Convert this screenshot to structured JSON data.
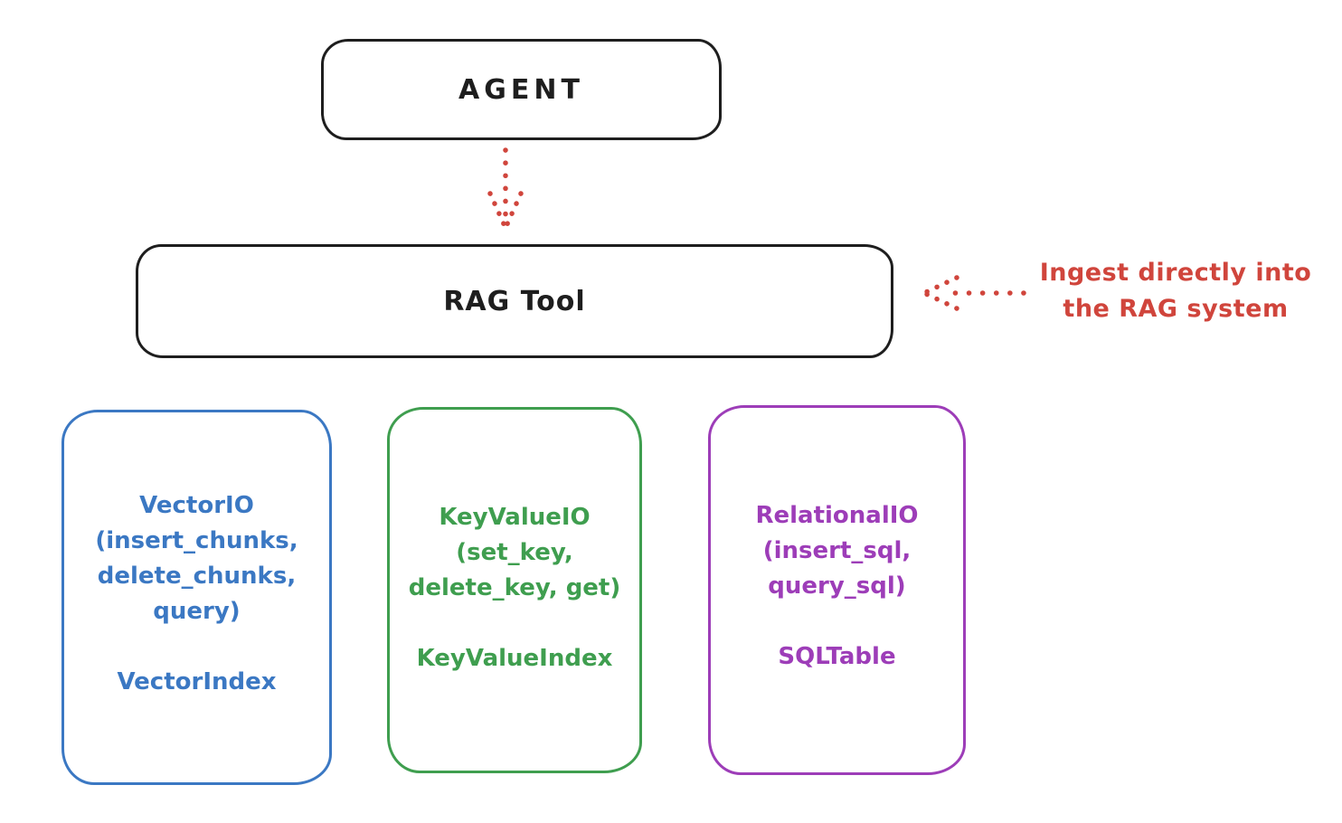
{
  "colors": {
    "ink": "#1e1e1e",
    "red": "#d0453c",
    "blue": "#3b78c3",
    "green": "#3f9e4f",
    "purple": "#9d3db8",
    "background": "#ffffff"
  },
  "agent": {
    "label": "AGENT"
  },
  "rag_tool": {
    "label": "RAG Tool"
  },
  "annotation": {
    "line1": "Ingest directly into",
    "line2": "the RAG system"
  },
  "arrows": {
    "agent_to_rag": "dotted red arrow pointing down from AGENT to RAG Tool",
    "ingest_to_rag": "dotted red arrow pointing left from annotation to RAG Tool"
  },
  "backends": [
    {
      "name": "vector-io",
      "color": "#3b78c3",
      "title": "VectorIO",
      "params": [
        "(insert_chunks,",
        "delete_chunks,",
        "query)"
      ],
      "index": "VectorIndex"
    },
    {
      "name": "keyvalue-io",
      "color": "#3f9e4f",
      "title": "KeyValueIO",
      "params": [
        "(set_key,",
        "delete_key, get)"
      ],
      "index": "KeyValueIndex"
    },
    {
      "name": "relational-io",
      "color": "#9d3db8",
      "title": "RelationalIO",
      "params": [
        "(insert_sql,",
        "query_sql)"
      ],
      "index": "SQLTable"
    }
  ]
}
